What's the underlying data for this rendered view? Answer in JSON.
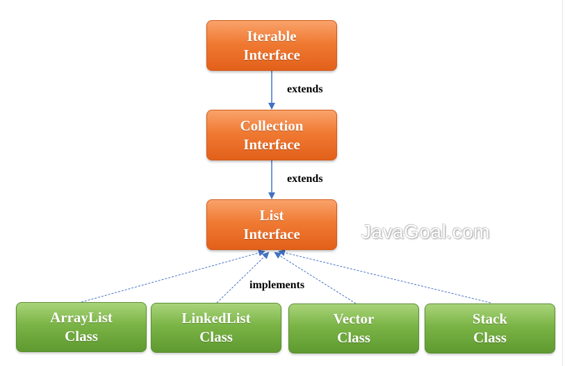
{
  "diagram": {
    "nodes": {
      "iterable": {
        "line1": "Iterable",
        "line2": "Interface"
      },
      "collection": {
        "line1": "Collection",
        "line2": "Interface"
      },
      "list": {
        "line1": "List",
        "line2": "Interface"
      },
      "arraylist": {
        "line1": "ArrayList",
        "line2": "Class"
      },
      "linkedlist": {
        "line1": "LinkedList",
        "line2": "Class"
      },
      "vector": {
        "line1": "Vector",
        "line2": "Class"
      },
      "stack": {
        "line1": "Stack",
        "line2": "Class"
      }
    },
    "edge_labels": {
      "extends_1": "extends",
      "extends_2": "extends",
      "implements": "implements"
    },
    "watermark": "JavaGoal.com",
    "colors": {
      "interface_box": "#f07a33",
      "class_box": "#7bb446",
      "arrow": "#4472c4"
    }
  }
}
